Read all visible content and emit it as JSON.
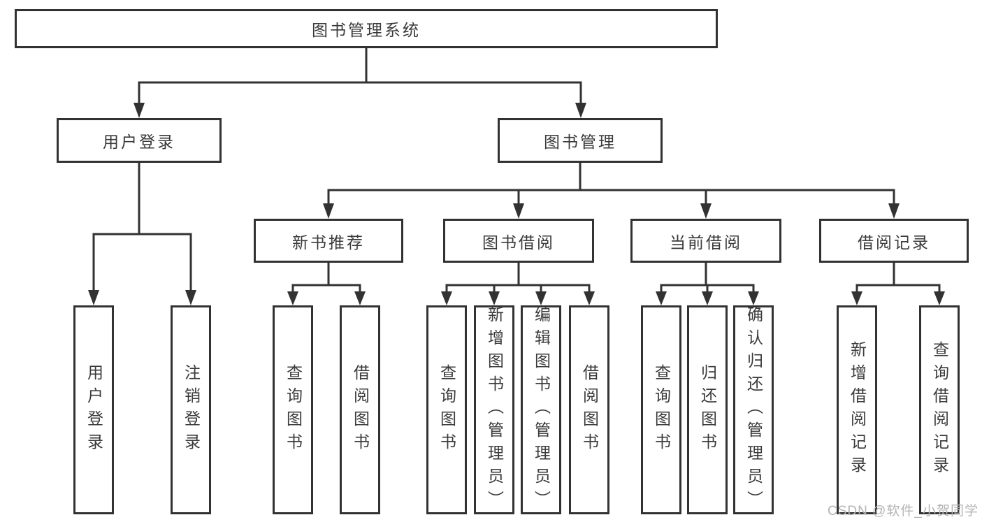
{
  "diagram": {
    "type": "tree",
    "root": {
      "label": "图书管理系统",
      "children": [
        {
          "label": "用户登录",
          "children": [
            {
              "label": "用户登录"
            },
            {
              "label": "注销登录"
            }
          ]
        },
        {
          "label": "图书管理",
          "children": [
            {
              "label": "新书推荐",
              "children": [
                {
                  "label": "查询图书"
                },
                {
                  "label": "借阅图书"
                }
              ]
            },
            {
              "label": "图书借阅",
              "children": [
                {
                  "label": "查询图书"
                },
                {
                  "label": "新增图书（管理员）"
                },
                {
                  "label": "编辑图书（管理员）"
                },
                {
                  "label": "借阅图书"
                }
              ]
            },
            {
              "label": "当前借阅",
              "children": [
                {
                  "label": "查询图书"
                },
                {
                  "label": "归还图书"
                },
                {
                  "label": "确认归还（管理员）"
                }
              ]
            },
            {
              "label": "借阅记录",
              "children": [
                {
                  "label": "新增借阅记录"
                },
                {
                  "label": "查询借阅记录"
                }
              ]
            }
          ]
        }
      ]
    }
  },
  "watermark": {
    "text": "CSDN @软件_小贺同学"
  },
  "colors": {
    "line": "#323232",
    "box_border": "#323232",
    "box_fill": "#ffffff",
    "text": "#3a3a3a",
    "watermark_text": "#b4b4b4",
    "background": "#ffffff"
  }
}
